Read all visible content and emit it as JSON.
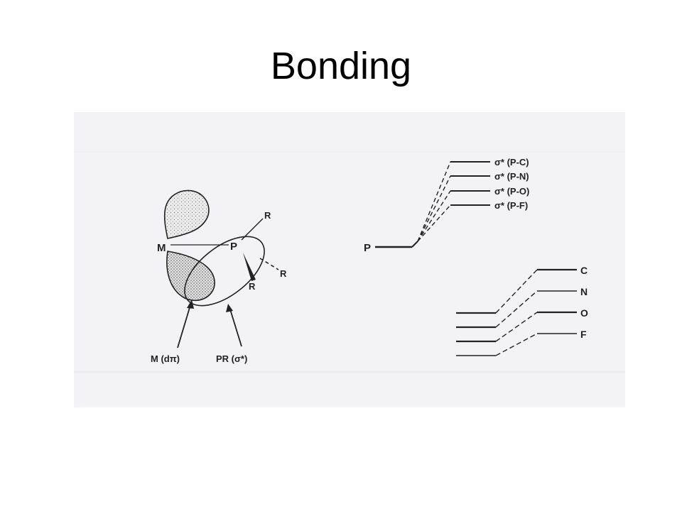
{
  "slide": {
    "title": "Bonding"
  },
  "orbital_diagram": {
    "metal_label": "M",
    "phosphorus_label": "P",
    "substituent_label": "R",
    "metal_orbital_caption": "M (dπ)",
    "ligand_orbital_caption": "PR (σ*)"
  },
  "energy_diagram": {
    "phosphorus_level_label": "P",
    "sigma_star_levels": [
      "σ* (P-C)",
      "σ* (P-N)",
      "σ* (P-O)",
      "σ* (P-F)"
    ],
    "atom_levels": [
      "C",
      "N",
      "O",
      "F"
    ]
  }
}
